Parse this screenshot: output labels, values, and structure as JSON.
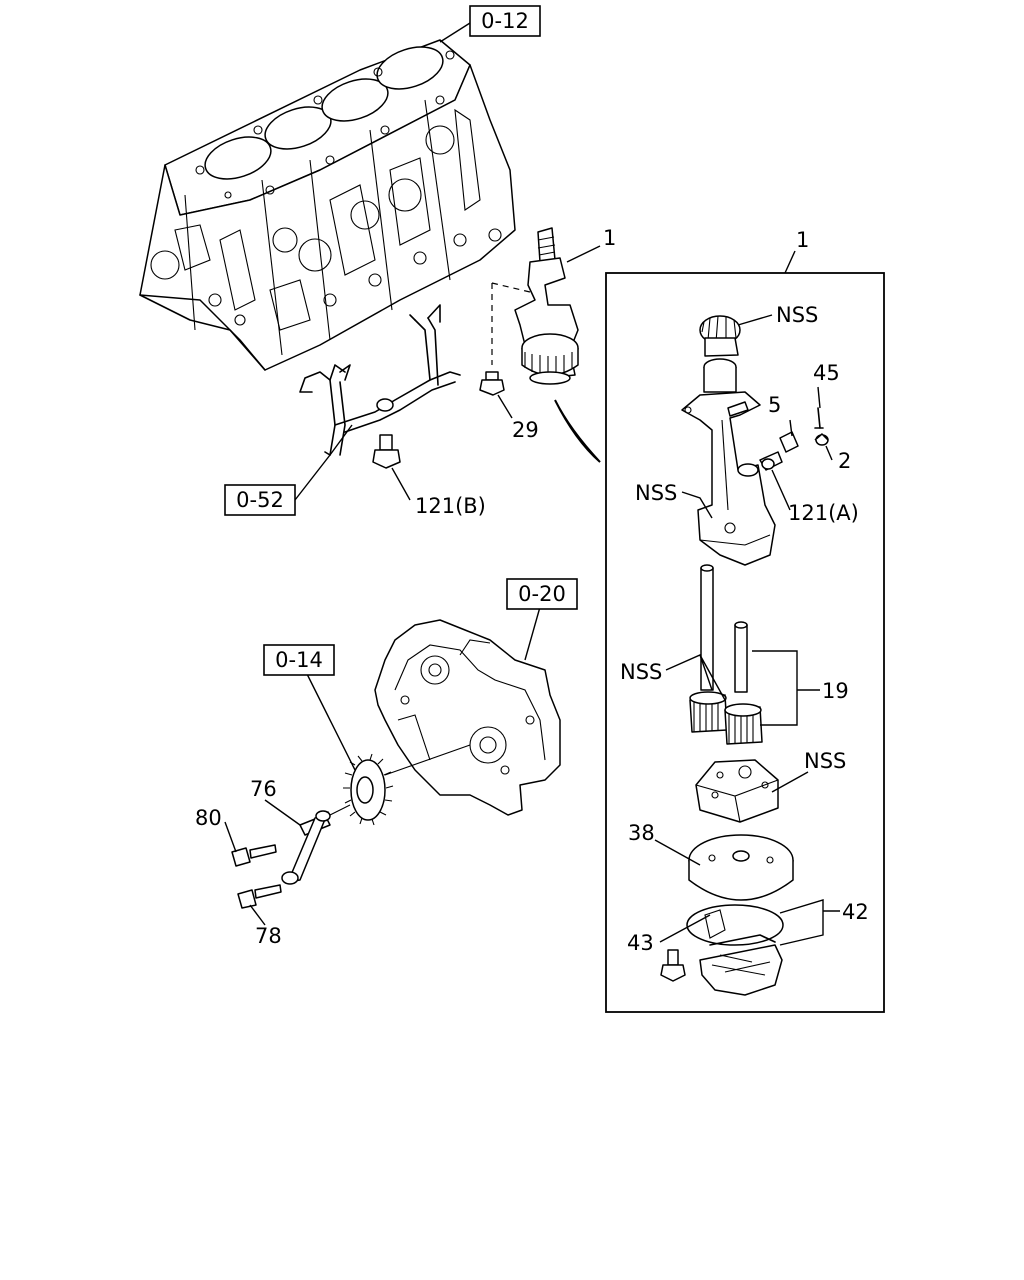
{
  "refs": {
    "r0_12": "0-12",
    "r0_52": "0-52",
    "r0_20": "0-20",
    "r0_14": "0-14"
  },
  "labels": {
    "p1_main": "1",
    "p1_box": "1",
    "p29": "29",
    "p121b": "121(B)",
    "nss_gear_top": "NSS",
    "p45": "45",
    "p5": "5",
    "p2": "2",
    "nss_body": "NSS",
    "p121a": "121(A)",
    "nss_gears": "NSS",
    "p19": "19",
    "nss_plate": "NSS",
    "p38": "38",
    "p42": "42",
    "p43": "43",
    "p76": "76",
    "p80": "80",
    "p78": "78"
  }
}
